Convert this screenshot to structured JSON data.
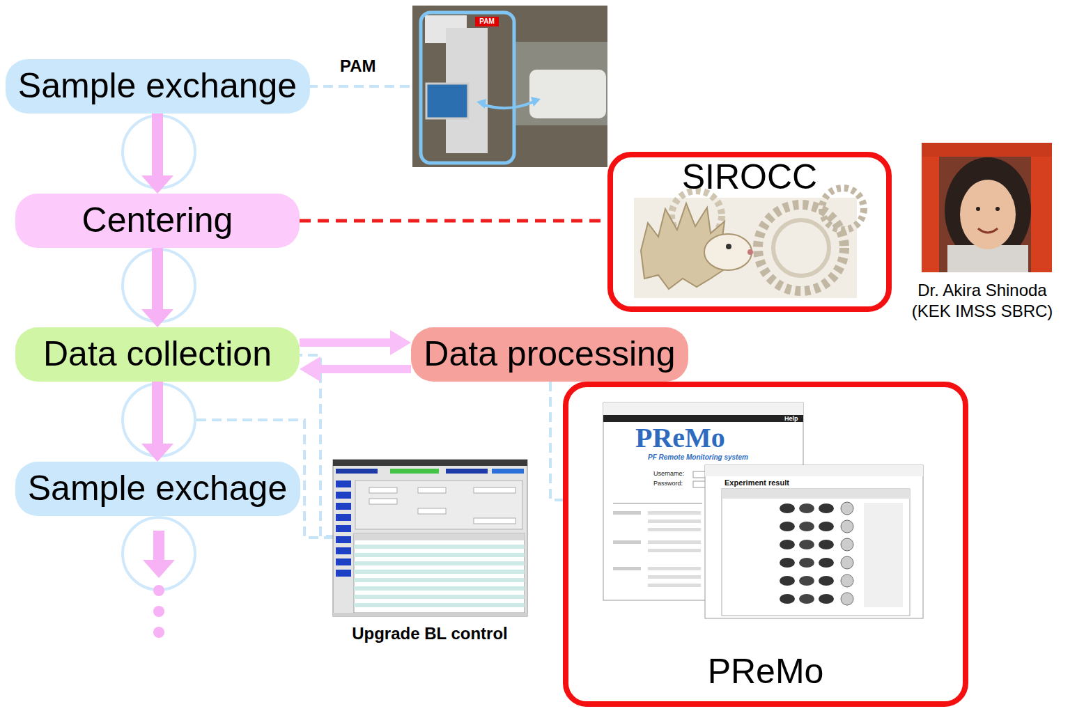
{
  "diagram": {
    "nodes": [
      {
        "text": [
          "Sample exchange"
        ]
      },
      {
        "text": [
          "Centering"
        ]
      },
      {
        "text": [
          "Data collection"
        ]
      },
      {
        "text": [
          "Sample exchage"
        ]
      },
      {
        "text": [
          "Data processing"
        ]
      },
      {
        "text": [
          "SIROCC"
        ]
      },
      {
        "text": [
          "PReMo"
        ]
      }
    ],
    "edges": [
      {
        "from": 0,
        "to": 1,
        "arrow": "to"
      },
      {
        "from": 1,
        "to": 2,
        "arrow": "to"
      },
      {
        "from": 2,
        "to": 3,
        "arrow": "to"
      },
      {
        "from": 1,
        "to": 5,
        "arrow": "none"
      },
      {
        "from": 2,
        "to": 4,
        "arrow": "to"
      },
      {
        "from": 4,
        "to": 2,
        "arrow": "to"
      },
      {
        "from": 4,
        "to": 6,
        "arrow": "none"
      }
    ],
    "labels": [
      "PAM",
      "PAM",
      "Dr. Akira Shinoda (KEK IMSS SBRC)",
      "Upgrade BL control",
      "PReMo",
      "PF Remote Monitoring system",
      "Username:",
      "Password:",
      "Help",
      "Experiment result"
    ]
  }
}
